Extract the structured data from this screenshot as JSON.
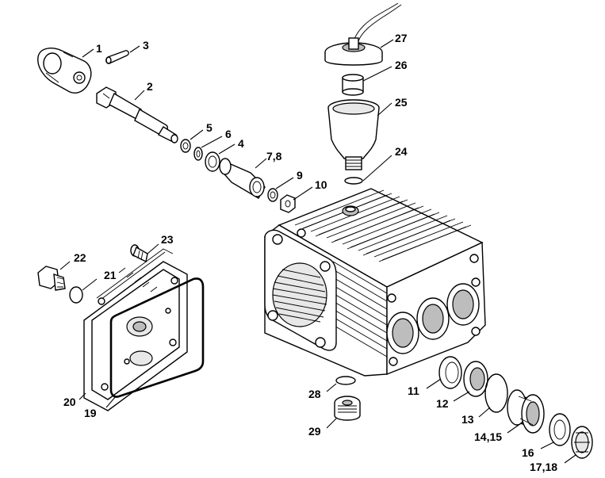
{
  "diagram": {
    "labels": {
      "p1": "1",
      "p2": "2",
      "p3": "3",
      "p4": "4",
      "p5": "5",
      "p6": "6",
      "p7_8": "7,8",
      "p9": "9",
      "p10": "10",
      "p11": "11",
      "p12": "12",
      "p13": "13",
      "p14_15": "14,15",
      "p16": "16",
      "p17_18": "17,18",
      "p19": "19",
      "p20": "20",
      "p21": "21",
      "p22": "22",
      "p23": "23",
      "p24": "24",
      "p25": "25",
      "p26": "26",
      "p27": "27",
      "p28": "28",
      "p29": "29"
    }
  }
}
